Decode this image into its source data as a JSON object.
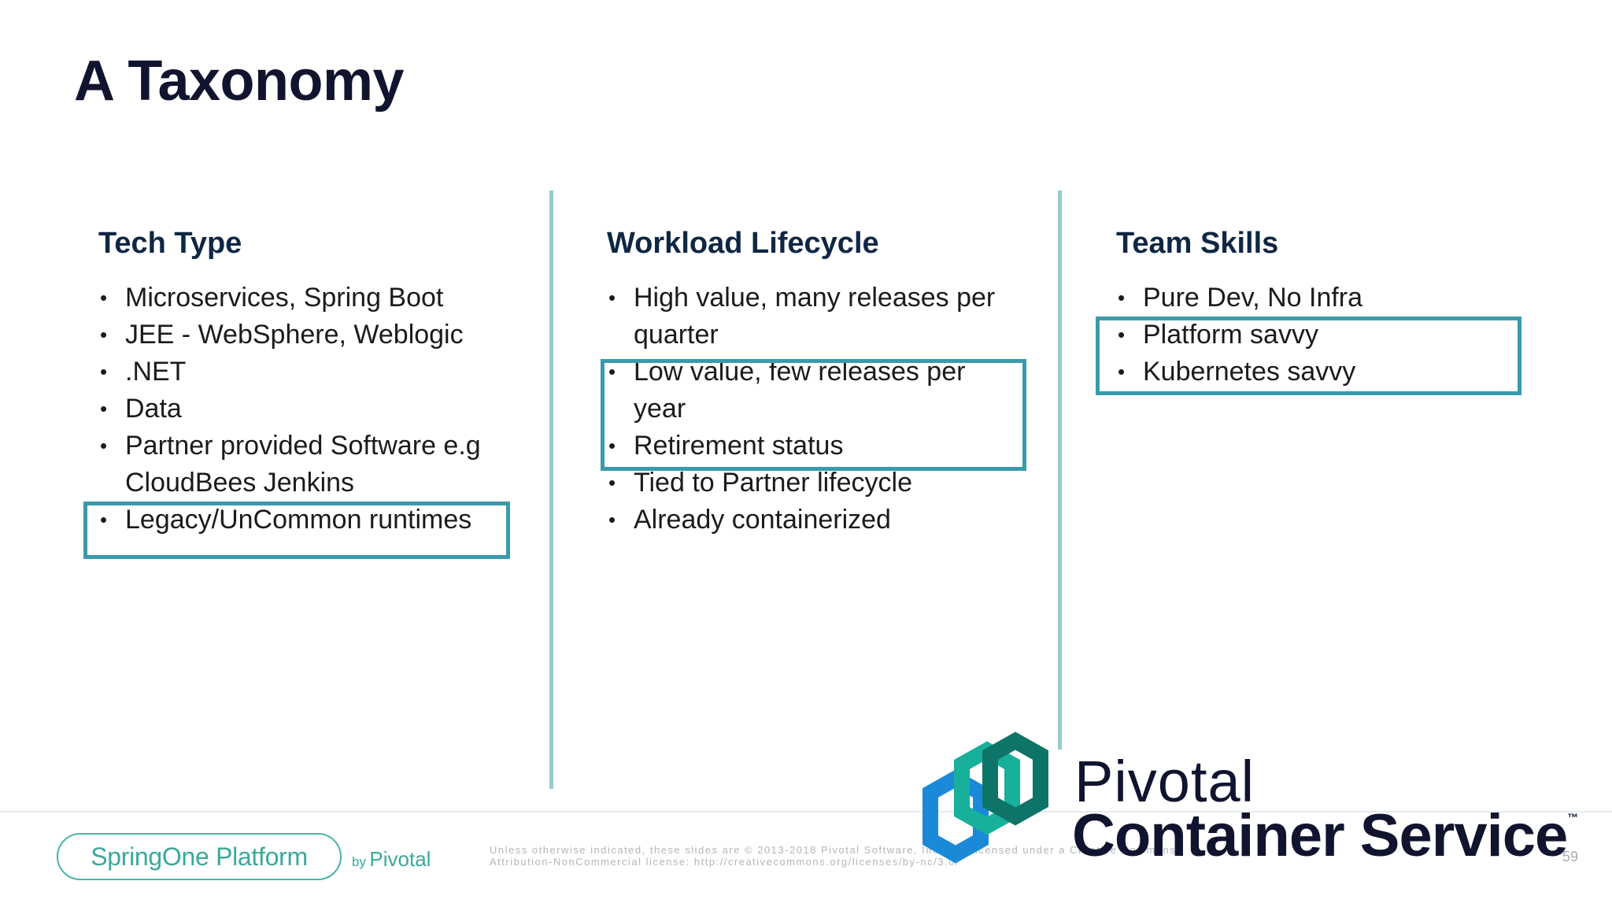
{
  "slide": {
    "title": "A Taxonomy",
    "page_number": "59"
  },
  "columns": [
    {
      "heading": "Tech Type",
      "bullets": [
        "Microservices, Spring Boot",
        "JEE - WebSphere, Weblogic",
        ".NET",
        "Data",
        "Partner provided Software e.g CloudBees Jenkins",
        "Legacy/UnCommon runtimes"
      ]
    },
    {
      "heading": "Workload Lifecycle",
      "bullets": [
        "High value, many releases per quarter",
        "Low value, few releases per year",
        "Retirement status",
        "Tied to Partner lifecycle",
        "Already containerized"
      ]
    },
    {
      "heading": "Team Skills",
      "bullets": [
        "Pure Dev, No Infra",
        "Platform savvy",
        "Kubernetes savvy"
      ]
    }
  ],
  "footer": {
    "conference_label": "SpringOne Platform",
    "by_label": "by",
    "pivotal_label": "Pivotal",
    "license_line1": "Unless otherwise indicated, these slides are © 2013-2018 Pivotal Software, Inc. and licensed under a Creative Commons",
    "license_line2": "Attribution-NonCommercial license: http://creativecommons.org/licenses/by-nc/3.0/"
  },
  "logo": {
    "icon": "pks-hexagon-logo-icon",
    "word1": "Pivotal",
    "word2": "Container Service",
    "trademark": "™"
  },
  "colors": {
    "highlight_box": "#3a9aaa",
    "divider": "#96cbc8",
    "springone_green": "#3aa99c",
    "title_navy": "#10142e"
  }
}
